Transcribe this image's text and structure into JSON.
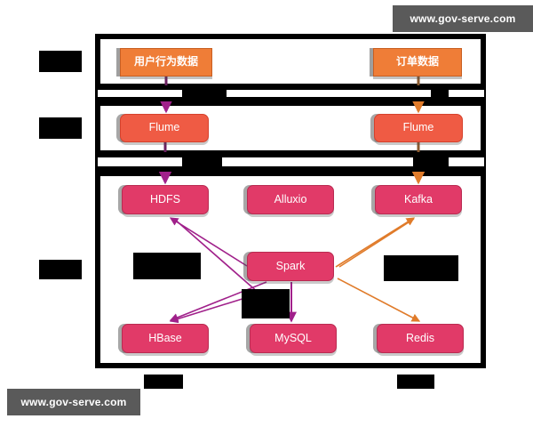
{
  "diagram": {
    "title": "",
    "type": "layered-architecture",
    "tiers": [
      {
        "id": "source",
        "label_redacted": true
      },
      {
        "id": "collect",
        "label_redacted": true
      },
      {
        "id": "storage",
        "label_redacted": true
      }
    ],
    "nodes": [
      {
        "id": "user-behavior",
        "label": "用户行为数据",
        "color": "#ef7d37",
        "tier": "source"
      },
      {
        "id": "order-data",
        "label": "订单数据",
        "color": "#ef7d37",
        "tier": "source"
      },
      {
        "id": "flume-left",
        "label": "Flume",
        "color": "#ef5b44",
        "tier": "collect"
      },
      {
        "id": "flume-right",
        "label": "Flume",
        "color": "#ef5b44",
        "tier": "collect"
      },
      {
        "id": "hdfs",
        "label": "HDFS",
        "color": "#e13a68",
        "tier": "storage"
      },
      {
        "id": "alluxio",
        "label": "Alluxio",
        "color": "#e13a68",
        "tier": "storage"
      },
      {
        "id": "kafka",
        "label": "Kafka",
        "color": "#e13a68",
        "tier": "storage"
      },
      {
        "id": "spark",
        "label": "Spark",
        "color": "#e13a68",
        "tier": "storage"
      },
      {
        "id": "hbase",
        "label": "HBase",
        "color": "#e13a68",
        "tier": "storage"
      },
      {
        "id": "mysql",
        "label": "MySQL",
        "color": "#e13a68",
        "tier": "storage"
      },
      {
        "id": "redis",
        "label": "Redis",
        "color": "#e13a68",
        "tier": "storage"
      }
    ],
    "edges": [
      {
        "from": "user-behavior",
        "to": "flume-left",
        "color": "#8e2a7a"
      },
      {
        "from": "order-data",
        "to": "flume-right",
        "color": "#e07b2a"
      },
      {
        "from": "flume-left",
        "to": "hdfs",
        "color": "#8e2a7a"
      },
      {
        "from": "flume-right",
        "to": "kafka",
        "color": "#e07b2a"
      },
      {
        "from": "hdfs",
        "to": "spark",
        "color": "#a0208a"
      },
      {
        "from": "spark",
        "to": "kafka",
        "color": "#e07b2a"
      },
      {
        "from": "spark",
        "to": "hbase",
        "color": "#a0208a"
      },
      {
        "from": "spark",
        "to": "mysql",
        "color": "#a0208a"
      },
      {
        "from": "spark",
        "to": "redis",
        "color": "#e07b2a"
      },
      {
        "from": "hdfs",
        "to": "hbase",
        "color": "#a0208a"
      },
      {
        "from": "kafka",
        "to": "redis",
        "color": "#e07b2a"
      }
    ],
    "arrow_colors": {
      "purple": "#a0208a",
      "orange": "#e07b2a",
      "deep_purple": "#6b2060"
    },
    "border_color": "#000000",
    "background": "#ffffff"
  },
  "watermarks": {
    "top": "www.gov-serve.com",
    "bottom": "www.gov-serve.com"
  },
  "redactions": {
    "count": 9,
    "note": "black bars covering tier labels and annotation captions"
  }
}
